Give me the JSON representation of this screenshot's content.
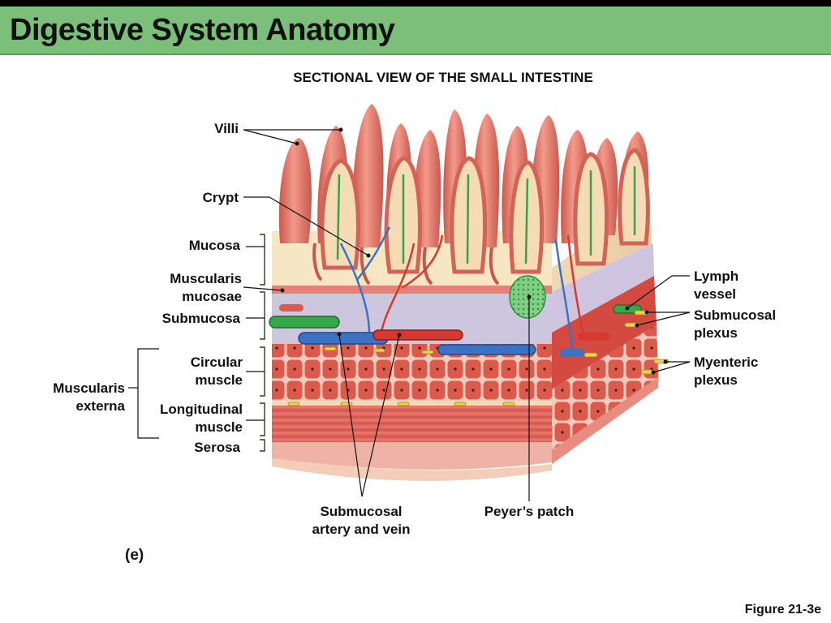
{
  "header": {
    "title": "Digestive System Anatomy"
  },
  "figure": {
    "subtitle": "SECTIONAL VIEW OF THE SMALL INTESTINE",
    "panel_letter": "(e)",
    "figure_ref": "Figure 21-3e"
  },
  "labels": {
    "villi": "Villi",
    "crypt": "Crypt",
    "mucosa": "Mucosa",
    "muscularis_mucosae": [
      "Muscularis",
      "mucosae"
    ],
    "submucosa": "Submucosa",
    "circular_muscle": [
      "Circular",
      "muscle"
    ],
    "muscularis_externa": [
      "Muscularis",
      "externa"
    ],
    "longitudinal_muscle": [
      "Longitudinal",
      "muscle"
    ],
    "serosa": "Serosa",
    "lymph_vessel": [
      "Lymph",
      "vessel"
    ],
    "submucosal_plexus": [
      "Submucosal",
      "plexus"
    ],
    "myenteric_plexus": [
      "Myenteric",
      "plexus"
    ],
    "submucosal_artery_vein": [
      "Submucosal",
      "artery and vein"
    ],
    "peyers_patch": "Peyer’s patch"
  },
  "colors": {
    "header_bg": "#7bbf7a",
    "villus": "#e07a6c",
    "mucosa_bg": "#f7e6c4",
    "submucosa": "#c9c3dd",
    "muscle": "#d9544a",
    "artery": "#d63a2e",
    "vein": "#3b72c4",
    "lymph": "#35a84a",
    "nerve": "#e8c840"
  }
}
